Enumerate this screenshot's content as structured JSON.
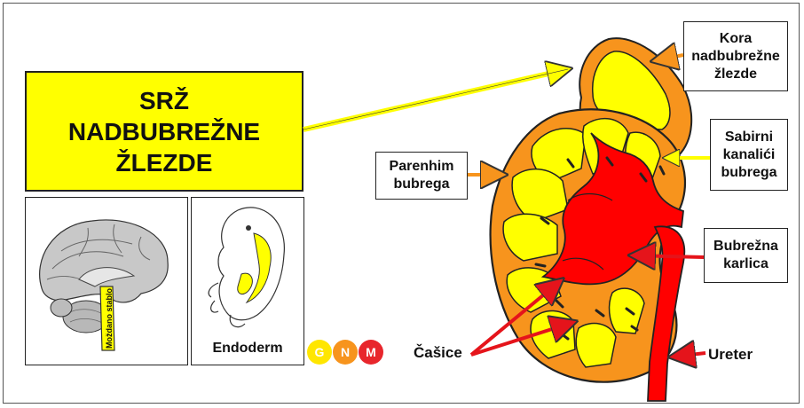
{
  "title": {
    "lines": [
      "SRŽ",
      "NADBUBREŽNE",
      "ŽLEZDE"
    ]
  },
  "labels": {
    "kora": [
      "Kora",
      "nadbubrežne",
      "žlezde"
    ],
    "sabirni": [
      "Sabirni",
      "kanalići",
      "bubrega"
    ],
    "parenhim": [
      "Parenhim",
      "bubrega"
    ],
    "karlica": [
      "Bubrežna",
      "karlica"
    ],
    "casice": "Čašice",
    "ureter": "Ureter"
  },
  "brain_label": "Moždano stablo",
  "endoderm_label": "Endoderm",
  "logo": {
    "letters": [
      "G",
      "N",
      "M"
    ],
    "colors": [
      "#ffe600",
      "#f7941d",
      "#e8262c"
    ]
  },
  "colors": {
    "highlight": "#ffff00",
    "kidney_outer": "#f7941d",
    "pelvis": "#ff0000",
    "arrow_orange": "#f7941d",
    "arrow_red": "#e5141b"
  }
}
